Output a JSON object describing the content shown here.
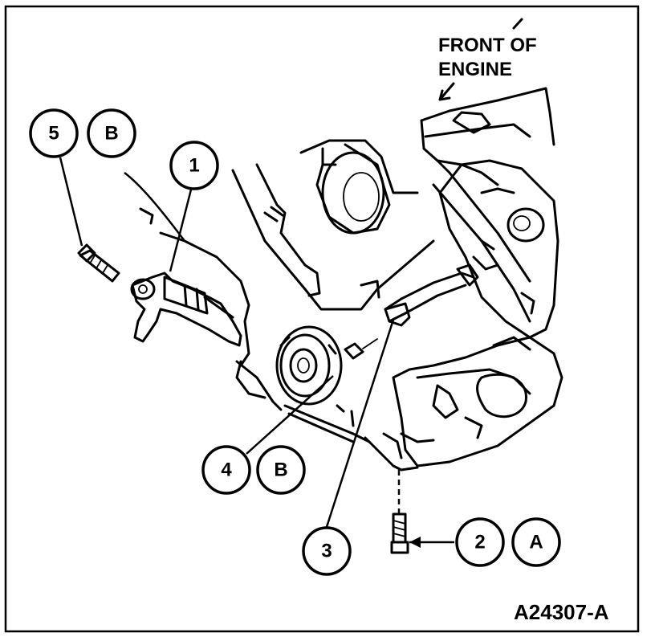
{
  "heading": {
    "line1": "FRONT OF",
    "line2": "ENGINE"
  },
  "figure_id": "A24307-A",
  "callouts": {
    "c5": "5",
    "cB_top": "B",
    "c1": "1",
    "c4": "4",
    "cB_bottom": "B",
    "c3": "3",
    "c2": "2",
    "cA": "A"
  }
}
